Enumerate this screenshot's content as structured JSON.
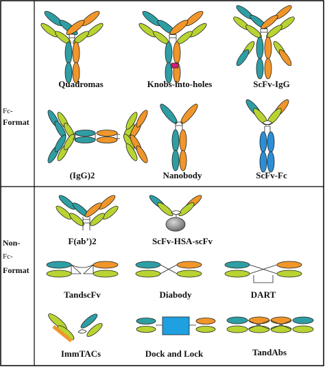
{
  "rows": {
    "fc": {
      "heading": {
        "line1": "Fc-",
        "line2": "Format"
      },
      "items": [
        "Quadromas",
        "Knobs-into-holes",
        "ScFv-IgG",
        "(IgG)2",
        "Nanobody",
        "ScFv-Fc"
      ]
    },
    "nonfc": {
      "heading": {
        "line1": "Non-",
        "line2": "Fc-",
        "line3": "Format"
      },
      "items": [
        "F(ab’)2",
        "ScFv-HSA-scFv",
        "TandscFv",
        "Diabody",
        "DART",
        "ImmTACs",
        "Dock and Lock",
        "TandAbs"
      ]
    }
  },
  "colors": {
    "teal": "#2e9ea3",
    "orange": "#f0962a",
    "lime": "#b8d432",
    "blue": "#2a8fd6",
    "magenta": "#d0207a",
    "grey": "#8a8a8a",
    "cyan_block": "#1fa0e0",
    "border": "#000000"
  }
}
